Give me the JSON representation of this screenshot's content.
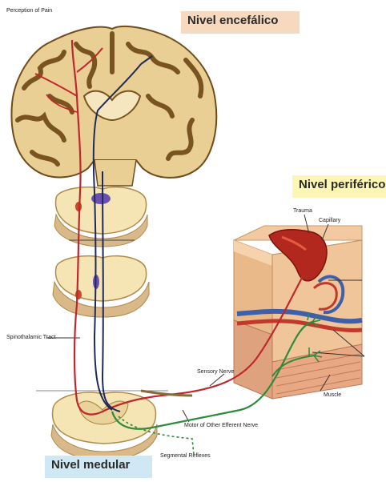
{
  "labels": {
    "perception_of_pain": "Perception of Pain",
    "nivel_encefalico": "Nivel encefálico",
    "nivel_periferico": "Nivel periférico",
    "nivel_medular": "Nivel medular",
    "trauma": "Trauma",
    "capillary": "Capillary",
    "spinothalamic_tract": "Spinothalamic Tract",
    "sensory_nerve": "Sensory Nerve",
    "muscle": "Muscle",
    "motor_nerve": "Motor of Other Efferent Nerve",
    "segmental_reflexes": "Segmental Reflexes"
  },
  "colors": {
    "brain_tissue": "#e9cf94",
    "brain_gyri": "#7a5420",
    "spinal_cord": "#f5e5b4",
    "grey_matter": "#e9d39b",
    "ascending_pathway": "#c0272d",
    "descending_pathway": "#1f2a5a",
    "motor_nerve": "#2e8b3c",
    "skin": "#eab98a",
    "trauma": "#b3281e",
    "vessel_blue": "#3f5fa8",
    "label_encefalico_bg": "#f6d9bf",
    "label_periferico_bg": "#fdf6b4",
    "label_medular_bg": "#cfe8f4"
  }
}
